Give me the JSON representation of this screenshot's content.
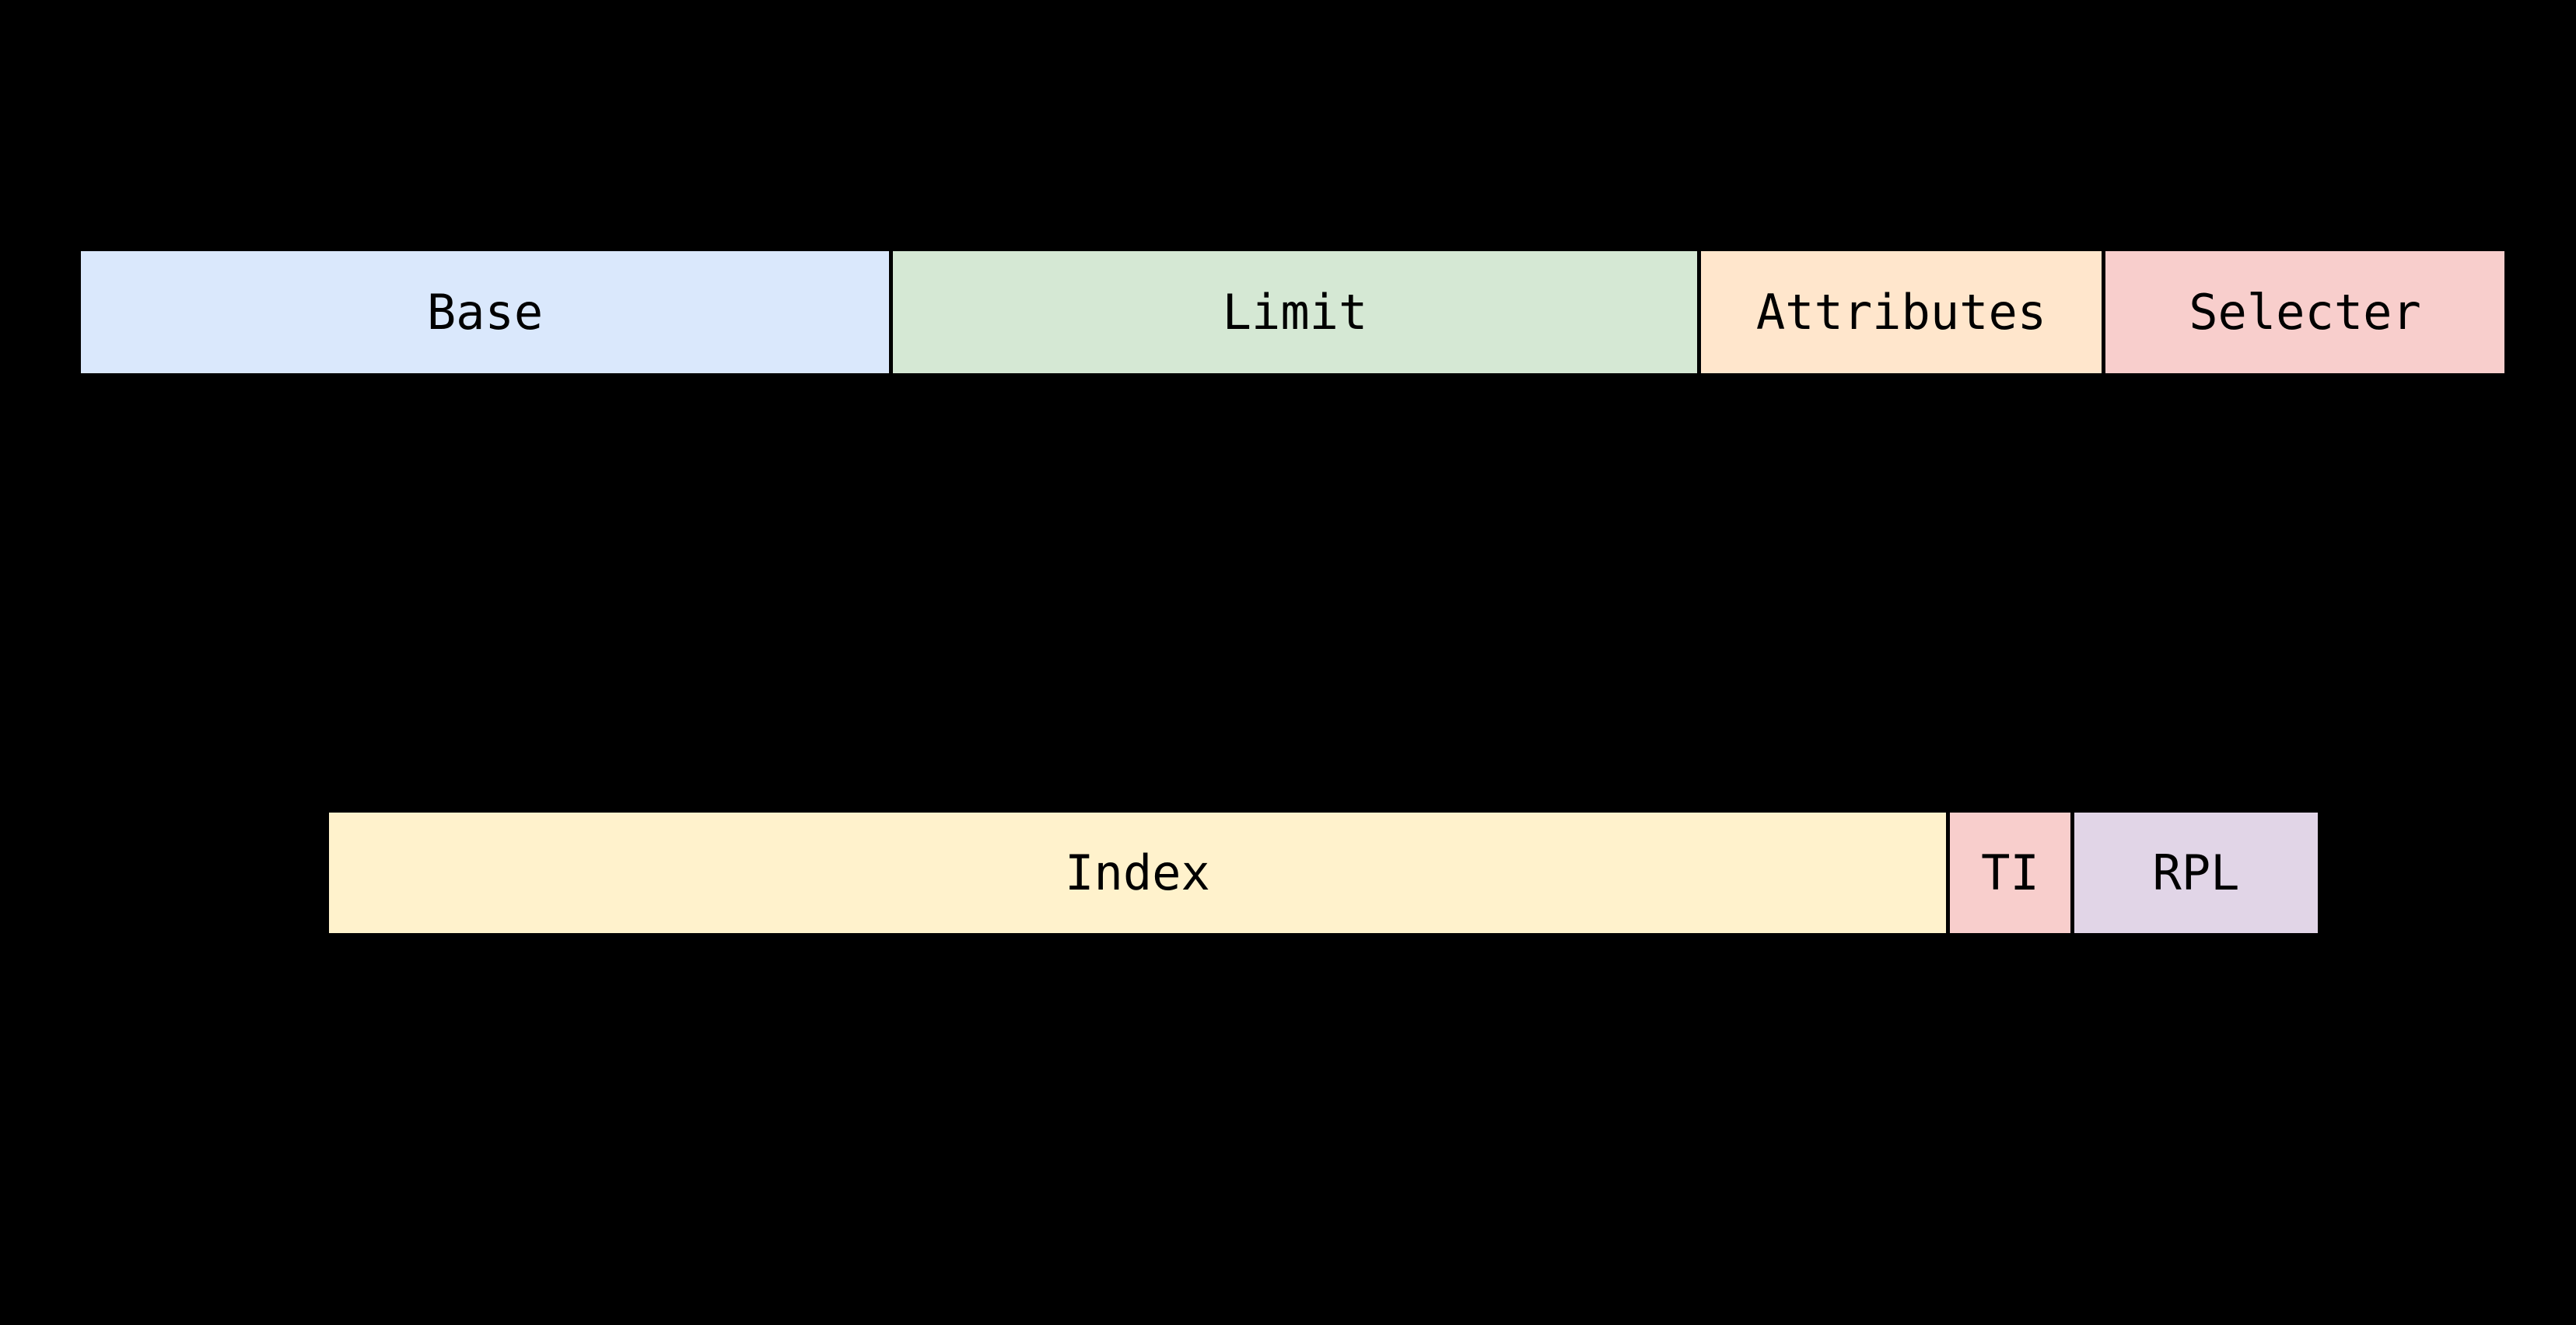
{
  "diagram": {
    "descriptor_row": {
      "segments": [
        {
          "label": "Base",
          "color": "#dae8fc"
        },
        {
          "label": "Limit",
          "color": "#d5e8d4"
        },
        {
          "label": "Attributes",
          "color": "#ffe6cc"
        },
        {
          "label": "Selecter",
          "color": "#f8cecc"
        }
      ]
    },
    "selector_row": {
      "segments": [
        {
          "label": "Index",
          "color": "#fff2cc"
        },
        {
          "label": "TI",
          "color": "#f8cecc"
        },
        {
          "label": "RPL",
          "color": "#e1d5e7"
        }
      ]
    },
    "colors": {
      "background": "#000000",
      "segment_border": "#000000",
      "segment_text": "#000000"
    }
  }
}
